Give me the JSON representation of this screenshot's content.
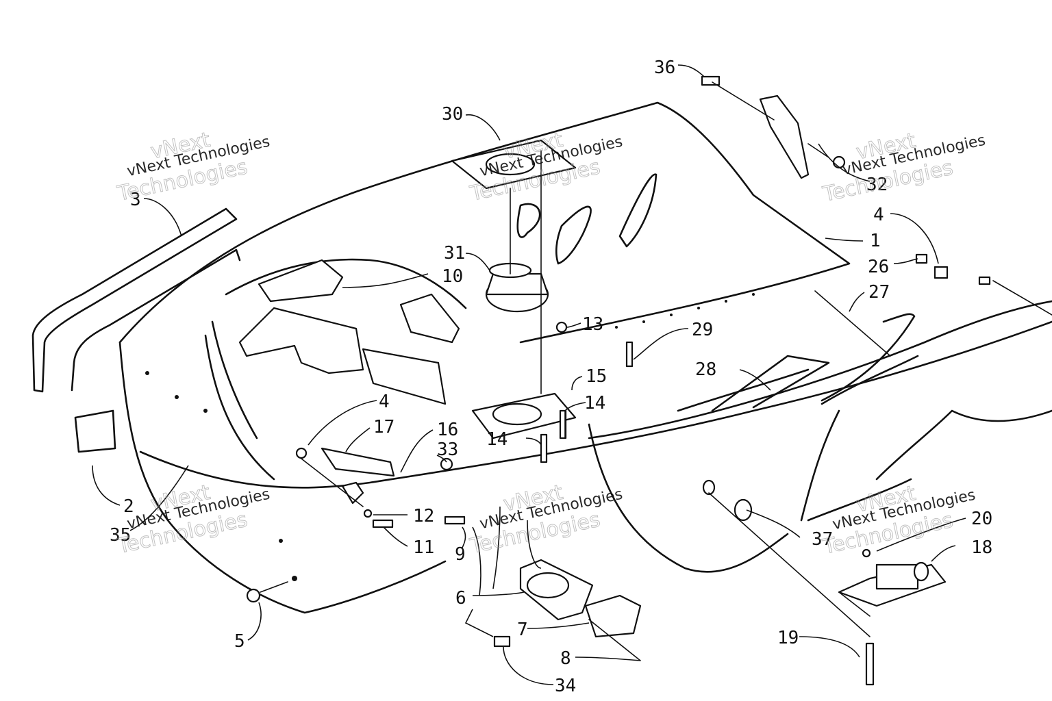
{
  "watermark": {
    "line1": "vNext",
    "line2": "vNext Technologies",
    "line3": "Technologies"
  },
  "callouts": [
    {
      "id": "c36",
      "text": "36"
    },
    {
      "id": "c30",
      "text": "30"
    },
    {
      "id": "c32",
      "text": "32"
    },
    {
      "id": "c3",
      "text": "3"
    },
    {
      "id": "c1",
      "text": "1"
    },
    {
      "id": "c4a",
      "text": "4"
    },
    {
      "id": "c26",
      "text": "26"
    },
    {
      "id": "c31",
      "text": "31"
    },
    {
      "id": "c10",
      "text": "10"
    },
    {
      "id": "c27",
      "text": "27"
    },
    {
      "id": "c13",
      "text": "13"
    },
    {
      "id": "c29",
      "text": "29"
    },
    {
      "id": "c28",
      "text": "28"
    },
    {
      "id": "c15",
      "text": "15"
    },
    {
      "id": "c4b",
      "text": "4"
    },
    {
      "id": "c14a",
      "text": "14"
    },
    {
      "id": "c17",
      "text": "17"
    },
    {
      "id": "c16",
      "text": "16"
    },
    {
      "id": "c14b",
      "text": "14"
    },
    {
      "id": "c33",
      "text": "33"
    },
    {
      "id": "c2",
      "text": "2"
    },
    {
      "id": "c12",
      "text": "12"
    },
    {
      "id": "c35",
      "text": "35"
    },
    {
      "id": "c11",
      "text": "11"
    },
    {
      "id": "c9",
      "text": "9"
    },
    {
      "id": "c37",
      "text": "37"
    },
    {
      "id": "c20",
      "text": "20"
    },
    {
      "id": "c18",
      "text": "18"
    },
    {
      "id": "c6",
      "text": "6"
    },
    {
      "id": "c7",
      "text": "7"
    },
    {
      "id": "c5",
      "text": "5"
    },
    {
      "id": "c8",
      "text": "8"
    },
    {
      "id": "c19",
      "text": "19"
    },
    {
      "id": "c34",
      "text": "34"
    }
  ]
}
